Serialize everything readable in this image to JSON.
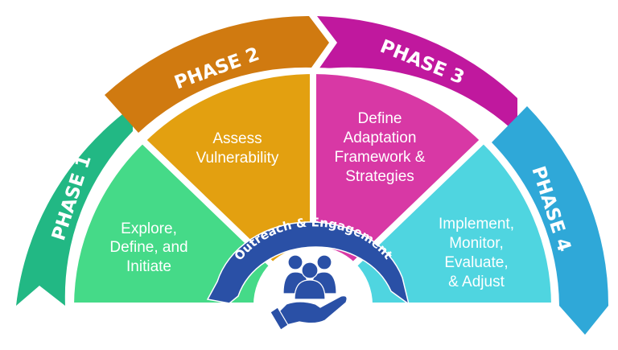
{
  "colors": {
    "phase1_band": "#22b884",
    "phase2_band": "#d07a10",
    "phase3_band": "#c0189e",
    "phase4_band": "#2fa8d8",
    "phase1_wedge": "#45da88",
    "phase2_wedge": "#e3a010",
    "phase3_wedge": "#d838a5",
    "phase4_wedge": "#4fd5e0",
    "ribbon": "#2a50a6"
  },
  "phases": [
    {
      "label": "PHASE 1",
      "lines": [
        "Explore,",
        "Define, and",
        "Initiate"
      ]
    },
    {
      "label": "PHASE 2",
      "lines": [
        "Assess",
        "Vulnerability"
      ]
    },
    {
      "label": "PHASE 3",
      "lines": [
        "Define",
        "Adaptation",
        "Framework &",
        "Strategies"
      ]
    },
    {
      "label": "PHASE 4",
      "lines": [
        "Implement,",
        "Monitor,",
        "Evaluate,",
        "& Adjust"
      ]
    }
  ],
  "center": {
    "label": "Outreach & Engagement",
    "icon": "community-hand-icon"
  }
}
